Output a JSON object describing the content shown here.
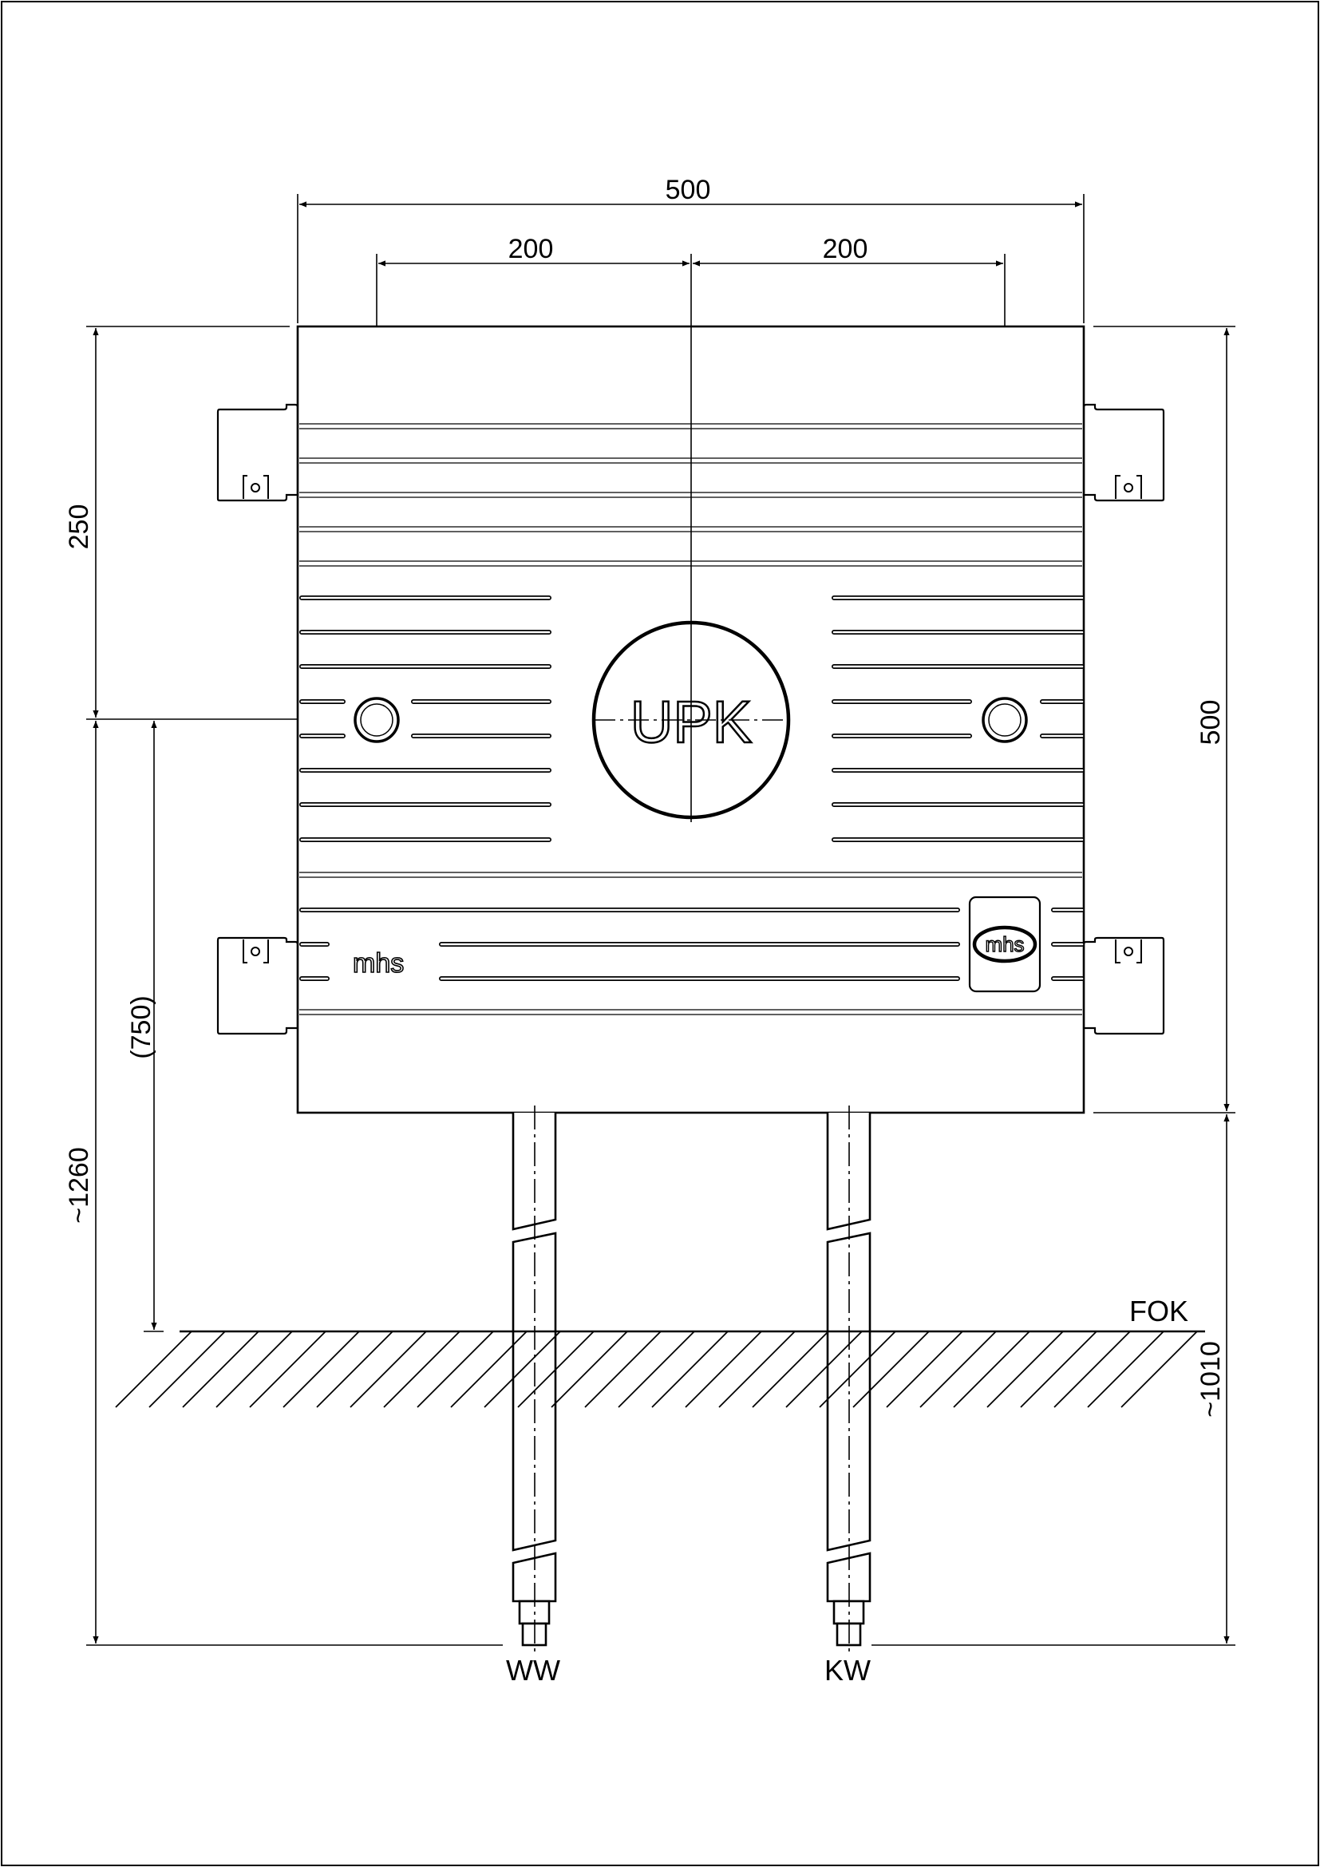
{
  "dimensions": {
    "overall_width": "500",
    "left_half": "200",
    "right_half": "200",
    "top_to_connection": "250",
    "box_height": "500",
    "connection_to_floor": "(750)",
    "total_height": "~1260",
    "floor_to_pipe_end": "~1010"
  },
  "labels": {
    "unit_mark": "UPK",
    "floor": "FOK",
    "warm_water": "WW",
    "cold_water": "KW"
  },
  "brand": {
    "logo_text": "mhs",
    "badge_text": "mhs"
  }
}
